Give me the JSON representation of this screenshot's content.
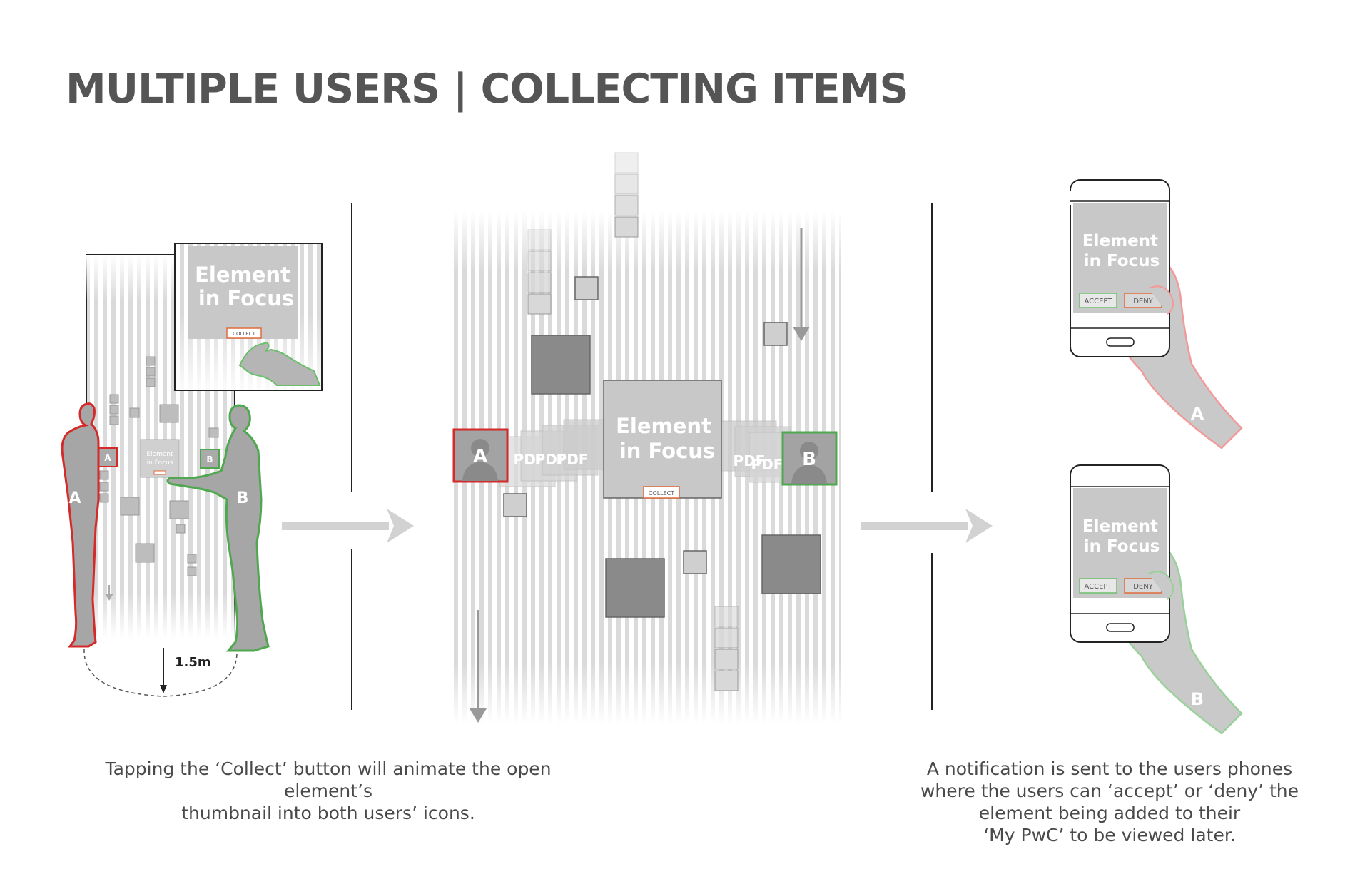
{
  "header": {
    "title": "MULTIPLE USERS | COLLECTING ITEMS"
  },
  "focus_element": {
    "line1": "Element",
    "line2": "in Focus"
  },
  "buttons": {
    "collect": "COLLECT",
    "accept": "ACCEPT",
    "deny": "DENY"
  },
  "users": {
    "a": "A",
    "b": "B"
  },
  "distance": "1.5m",
  "thumbnail_label": "PDF",
  "captions": {
    "left": [
      "Tapping the ‘Collect’ button will animate the open element’s",
      "thumbnail into both users’ icons."
    ],
    "right": [
      "A notification is sent to the users phones",
      "where the users can ‘accept’ or ‘deny’ the",
      "element being added to their",
      "‘My PwC’ to be viewed later."
    ]
  },
  "colors": {
    "user_a": "#d42a2a",
    "user_b": "#4fa84f",
    "collect": "#e06a3a",
    "focus": "#c8c8c8",
    "figure": "#a6a6a6"
  }
}
